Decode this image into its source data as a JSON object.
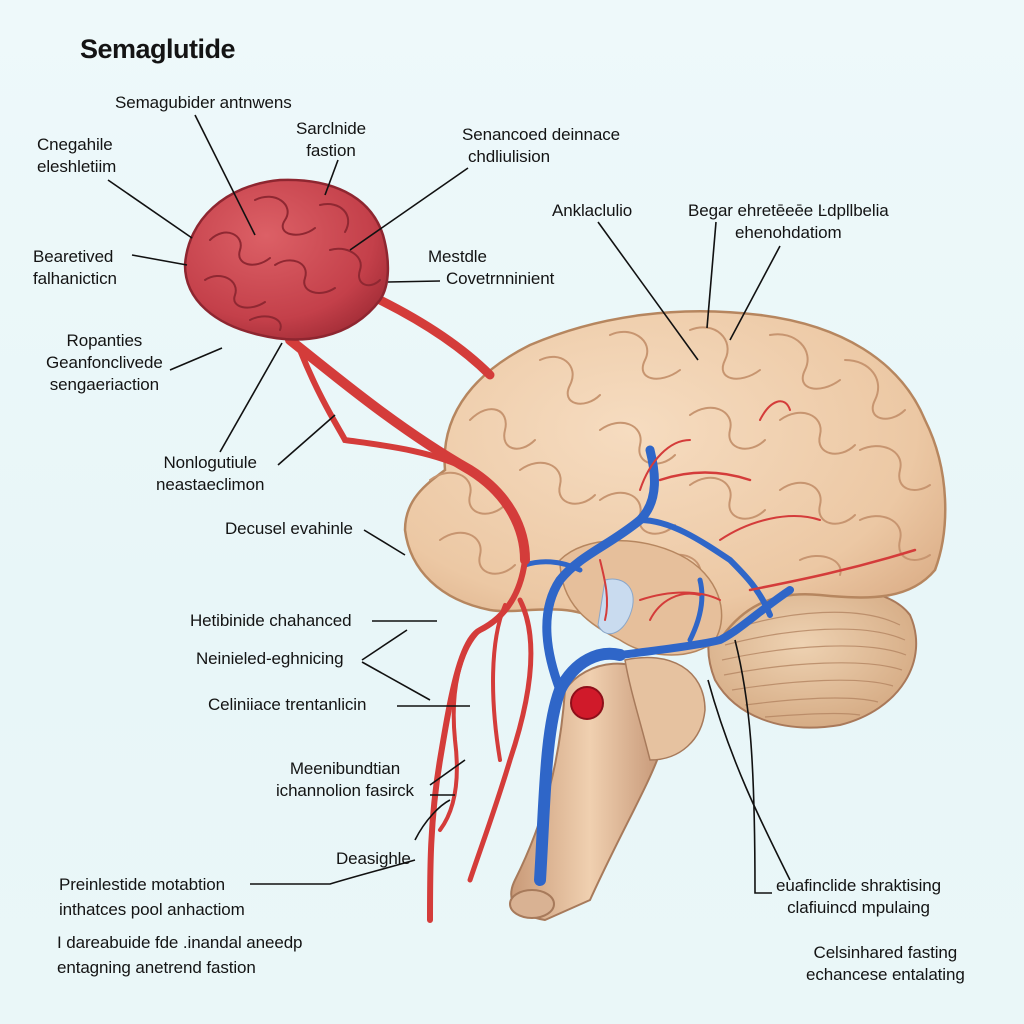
{
  "title": "Semaglutide",
  "labels": {
    "semaglutide_antiwens": "Semagubider antnwens",
    "sarcinide_fastion": [
      "Sarclnide",
      "fastion"
    ],
    "senanced_deinance": [
      "Senancoed deinnace",
      "chdliulision"
    ],
    "cnegahile": [
      "Cnegahile",
      "eleshletiim"
    ],
    "anklacludio": "Anklaclulio",
    "begar_ehenohdation": [
      "Begar ehretēeēe Ŀdpllbelia",
      "ehenohdatiom"
    ],
    "bearetived": [
      "Bearetived",
      "falhanicticn"
    ],
    "mestdle": [
      "Mestdle",
      "Covetrnninient"
    ],
    "ropanties": [
      "Ropanties",
      "Geanfonclivede",
      "sengaeriaction"
    ],
    "nonlogutiule": [
      "Nonlogutiule",
      "neastaeclimon"
    ],
    "decusel_evahinle": "Decusel evahinle",
    "hetibinide_chahanced": "Hetibinide chahanced",
    "neinieled": "Neinieled-eghnicing",
    "celiniace": "Celiniiace trentanlicin",
    "meenibundtian": [
      "Meenibundtian",
      "ichannolion fasirck"
    ],
    "deasighle": "Deasighle",
    "preinlestide": [
      "Preinlestide motabtion",
      "inthatces pool anhactiom"
    ],
    "daeabuide": [
      "I dareabuide fde .inandal aneedp",
      "entagning anetrend fastion"
    ],
    "euafinclide": [
      "euafinclide shraktising",
      "clafiuincd mpulaing"
    ],
    "celsinhared": [
      "Celsinhared fasting",
      "echancese entalating"
    ]
  },
  "colors": {
    "background": "#eaf7f8",
    "brain": "#efceae",
    "brain_shade": "#d8a982",
    "small_brain": "#c8444c",
    "artery": "#d43c3a",
    "vein": "#2f66c8",
    "leader_line": "#111111"
  }
}
